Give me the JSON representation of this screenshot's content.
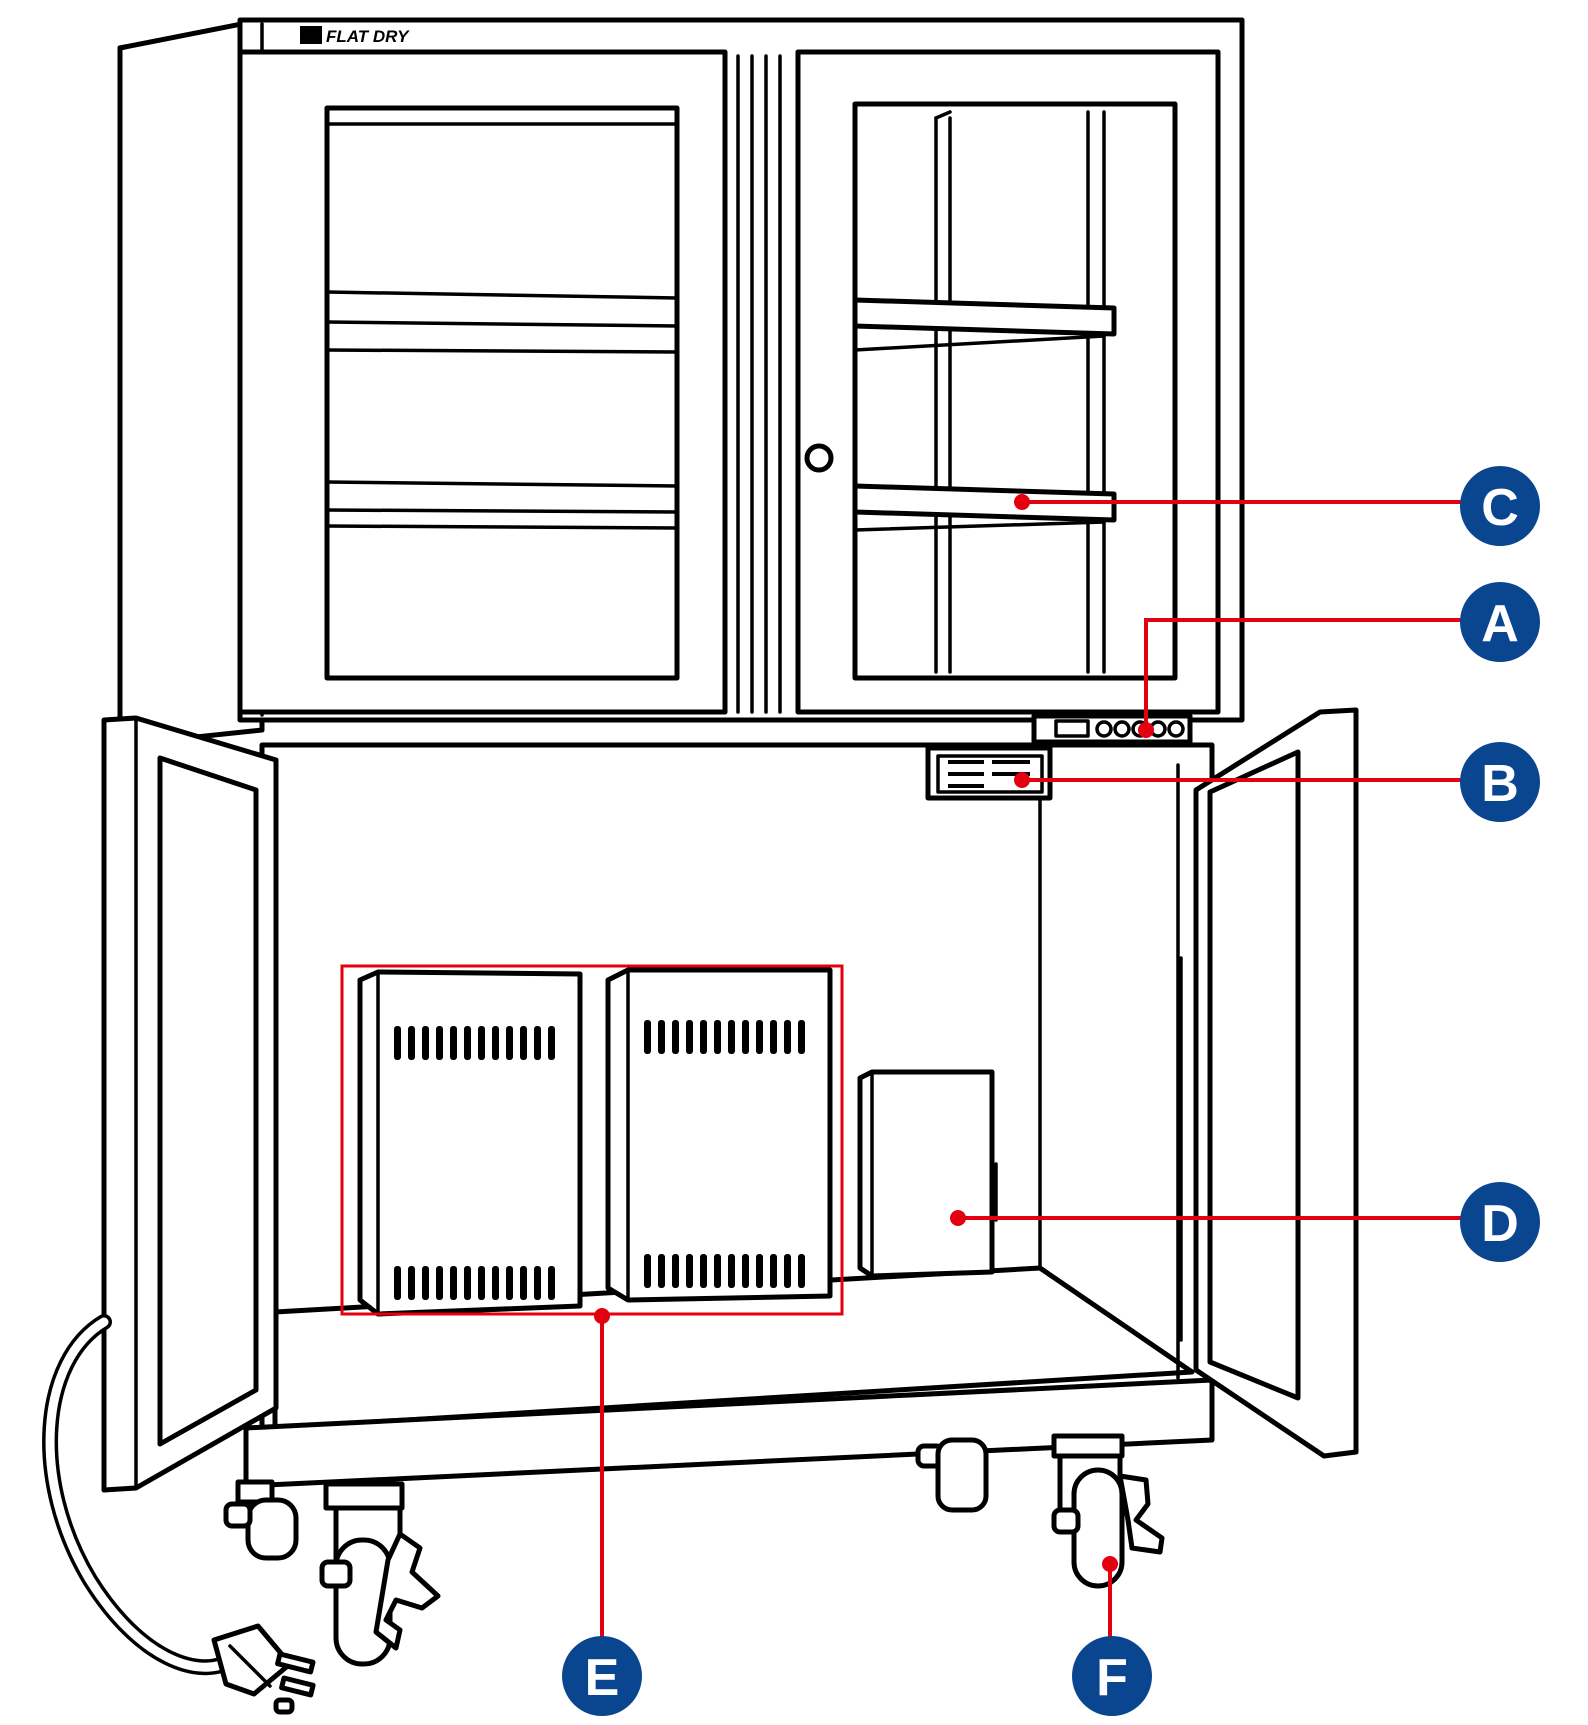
{
  "brand": "FLAT DRY",
  "colors": {
    "line": "#000000",
    "callout": "#e3000f",
    "badge": "#0a4690",
    "badge_text": "#ffffff"
  },
  "callouts": [
    {
      "id": "C",
      "label": "C",
      "part": "shelf"
    },
    {
      "id": "A",
      "label": "A",
      "part": "control-panel"
    },
    {
      "id": "B",
      "label": "B",
      "part": "dehumidifier-unit"
    },
    {
      "id": "D",
      "label": "D",
      "part": "box-unit"
    },
    {
      "id": "E",
      "label": "E",
      "part": "twin-box-units"
    },
    {
      "id": "F",
      "label": "F",
      "part": "caster-wheel"
    }
  ]
}
